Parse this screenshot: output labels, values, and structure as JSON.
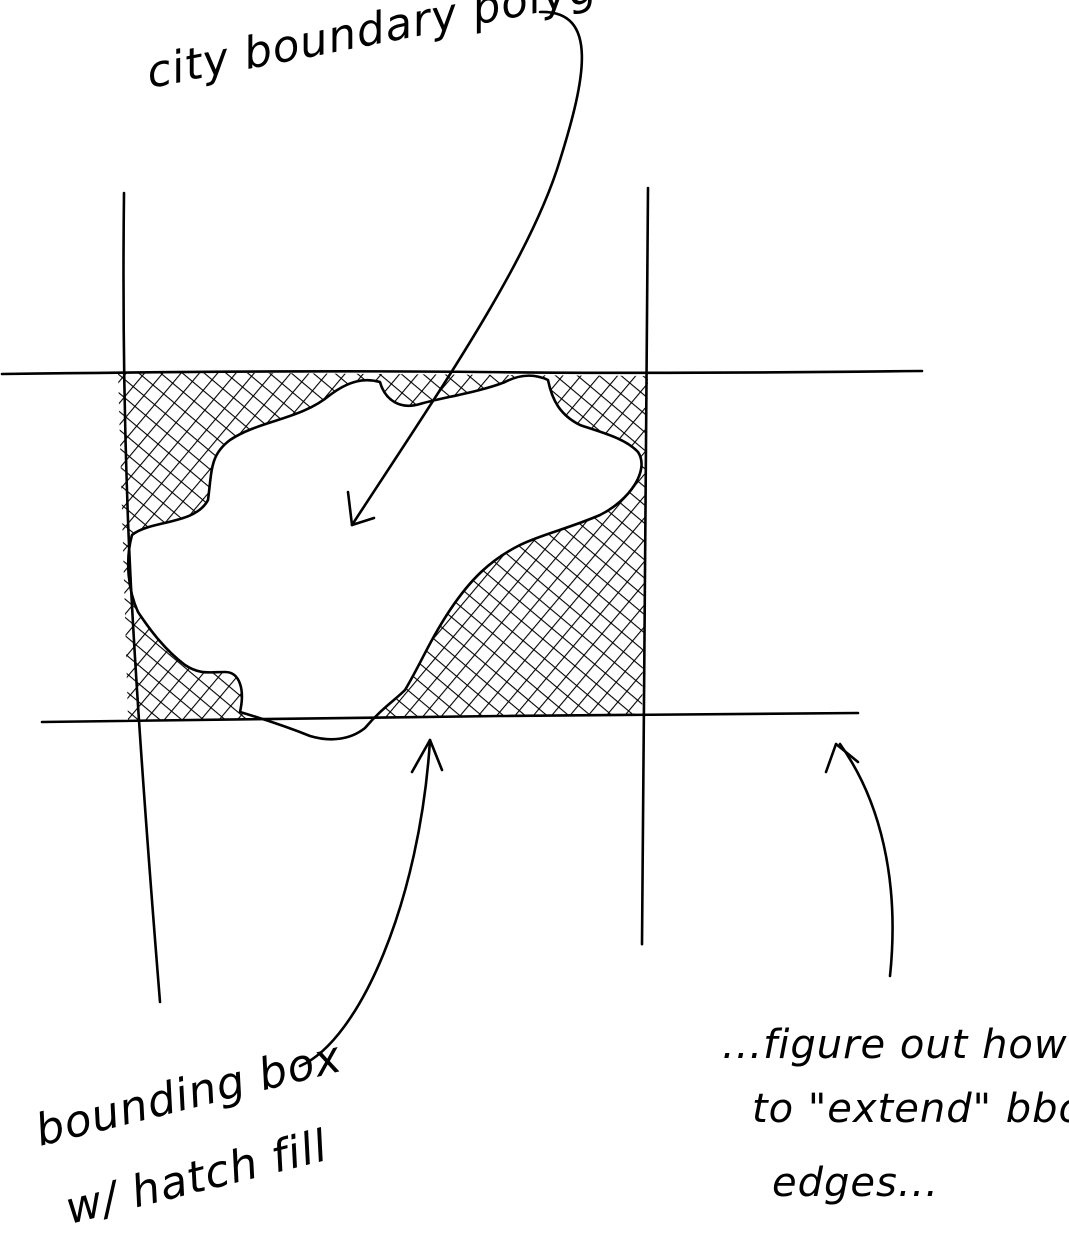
{
  "annotations": {
    "polygon_label": "city boundary polygon",
    "bbox_label_line1": "bounding box",
    "bbox_label_line2": "w/ hatch fill",
    "extend_line1": "...figure out how",
    "extend_line2": "to \"extend\" bbox",
    "extend_line3": "edges..."
  },
  "colors": {
    "ink": "#000000",
    "paper": "#ffffff"
  }
}
